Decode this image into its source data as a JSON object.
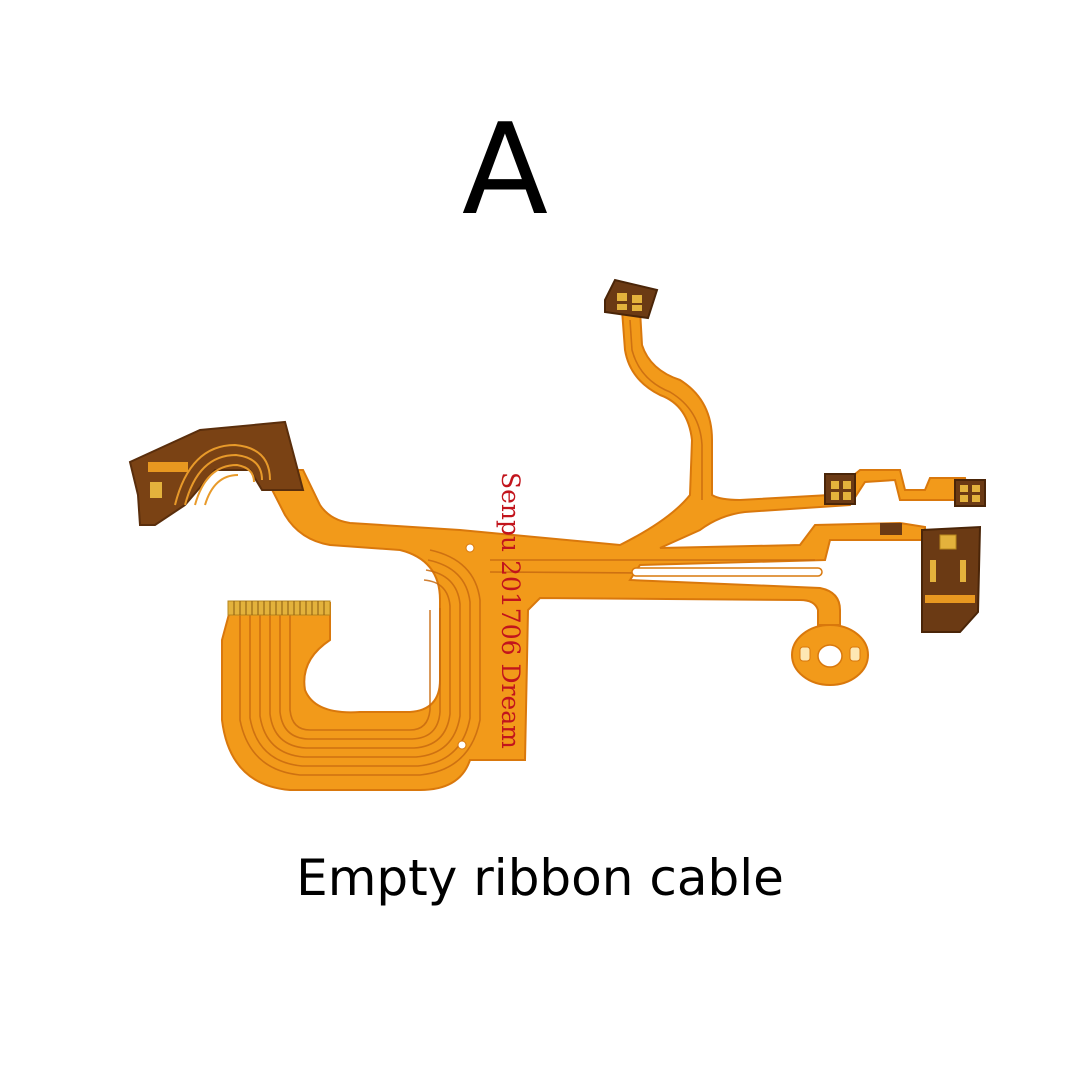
{
  "product": {
    "variant_label": "A",
    "caption": "Empty ribbon cable",
    "watermark": "Senpu 201706 Dream",
    "photo_subject": "flex-ribbon-cable"
  },
  "colors": {
    "background": "#ffffff",
    "text": "#000000",
    "cable_body": "#f29a1a",
    "cable_edge": "#d9780c",
    "cable_trace": "#c86a10",
    "stiffener_pad": "#6b3a14",
    "contact_gold": "#e3b23c",
    "watermark": "#c2141c"
  }
}
